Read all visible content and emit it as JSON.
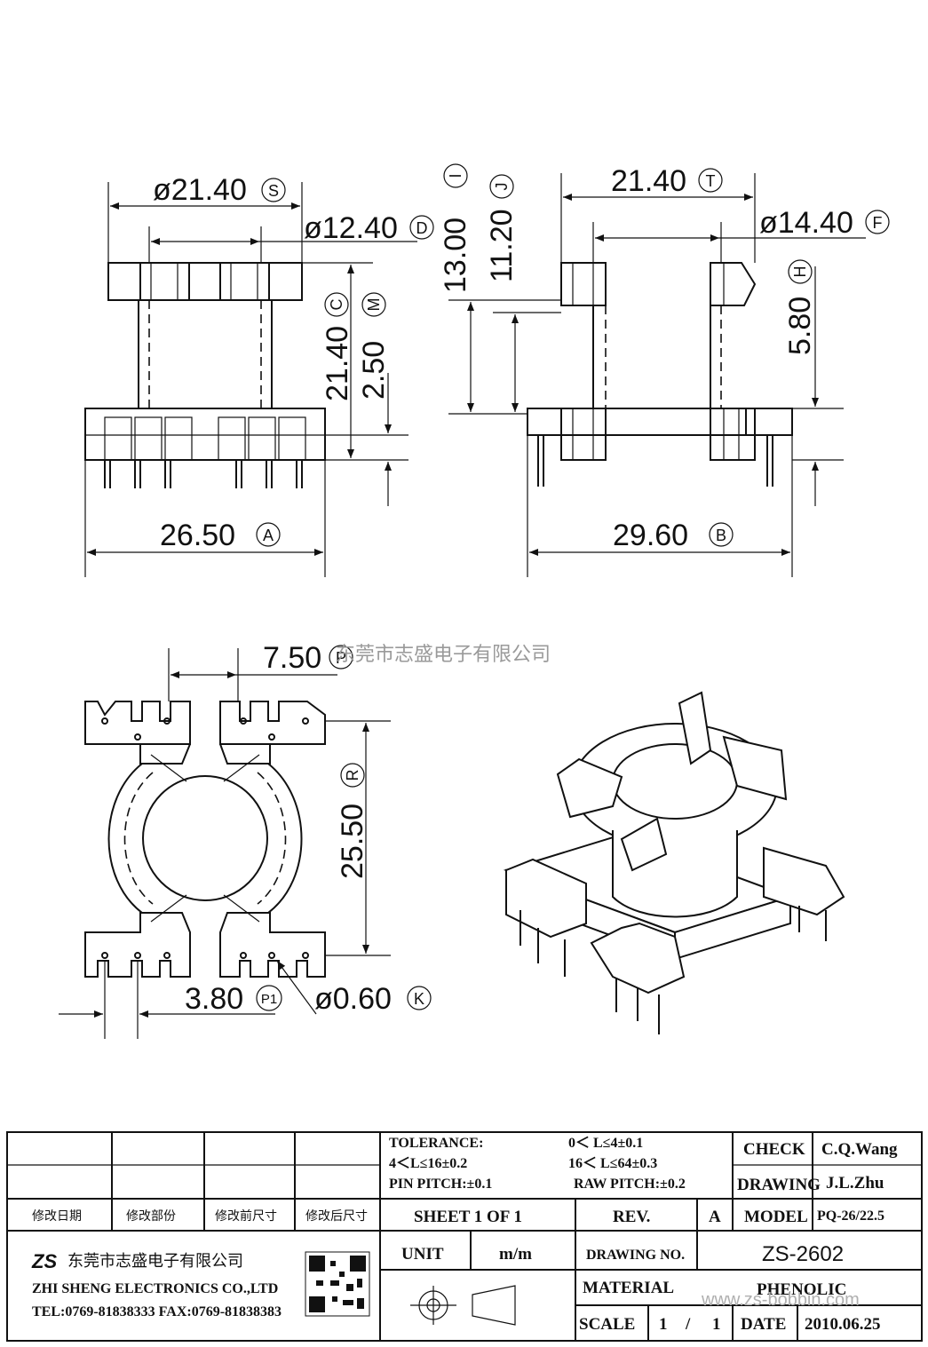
{
  "dimensions": {
    "s": "ø21.40",
    "s_tag": "S",
    "d": "ø12.40",
    "d_tag": "D",
    "i": "13.00",
    "i_tag": "I",
    "j": "11.20",
    "j_tag": "J",
    "t": "21.40",
    "t_tag": "T",
    "f": "ø14.40",
    "f_tag": "F",
    "c": "21.40",
    "c_tag": "C",
    "m": "2.50",
    "m_tag": "M",
    "h": "5.80",
    "h_tag": "H",
    "a": "26.50",
    "a_tag": "A",
    "b": "29.60",
    "b_tag": "B",
    "p": "7.50",
    "p_tag": "P",
    "r": "25.50",
    "r_tag": "R",
    "p1": "3.80",
    "p1_tag": "P1",
    "k": "ø0.60",
    "k_tag": "K"
  },
  "watermark": "东莞市志盛电子有限公司",
  "watermark_url": "www.zs-bobbin.com",
  "title_block": {
    "tolerance_label": "TOLERANCE:",
    "tol_1": "0＜ L≤4±0.1",
    "tol_2": "4＜L≤16±0.2",
    "tol_3": "16＜ L≤64±0.3",
    "pin_pitch": "PIN PITCH:±0.1",
    "raw_pitch": "RAW PITCH:±0.2",
    "check_label": "CHECK",
    "check_value": "C.Q.Wang",
    "drawing_label": "DRAWING",
    "drawing_value": "J.L.Zhu",
    "rev_date_col": "修改日期",
    "rev_part_col": "修改部份",
    "rev_before_col": "修改前尺寸",
    "rev_after_col": "修改后尺寸",
    "sheet": "SHEET 1 OF 1",
    "rev_label": "REV.",
    "rev_value": "A",
    "model_label": "MODEL",
    "model_value": "PQ-26/22.5",
    "company_cn": "东莞市志盛电子有限公司",
    "company_en": "ZHI SHENG ELECTRONICS CO.,LTD",
    "contact": "TEL:0769-81838333 FAX:0769-81838383",
    "logo": "ZS",
    "unit_label": "UNIT",
    "unit_value": "m/m",
    "drawing_no_label": "DRAWING NO.",
    "drawing_no_value": "ZS-2602",
    "material_label": "MATERIAL",
    "material_value": "PHENOLIC",
    "scale_label": "SCALE",
    "scale_num": "1",
    "scale_sep": "/",
    "scale_den": "1",
    "date_label": "DATE",
    "date_value": "2010.06.25"
  }
}
